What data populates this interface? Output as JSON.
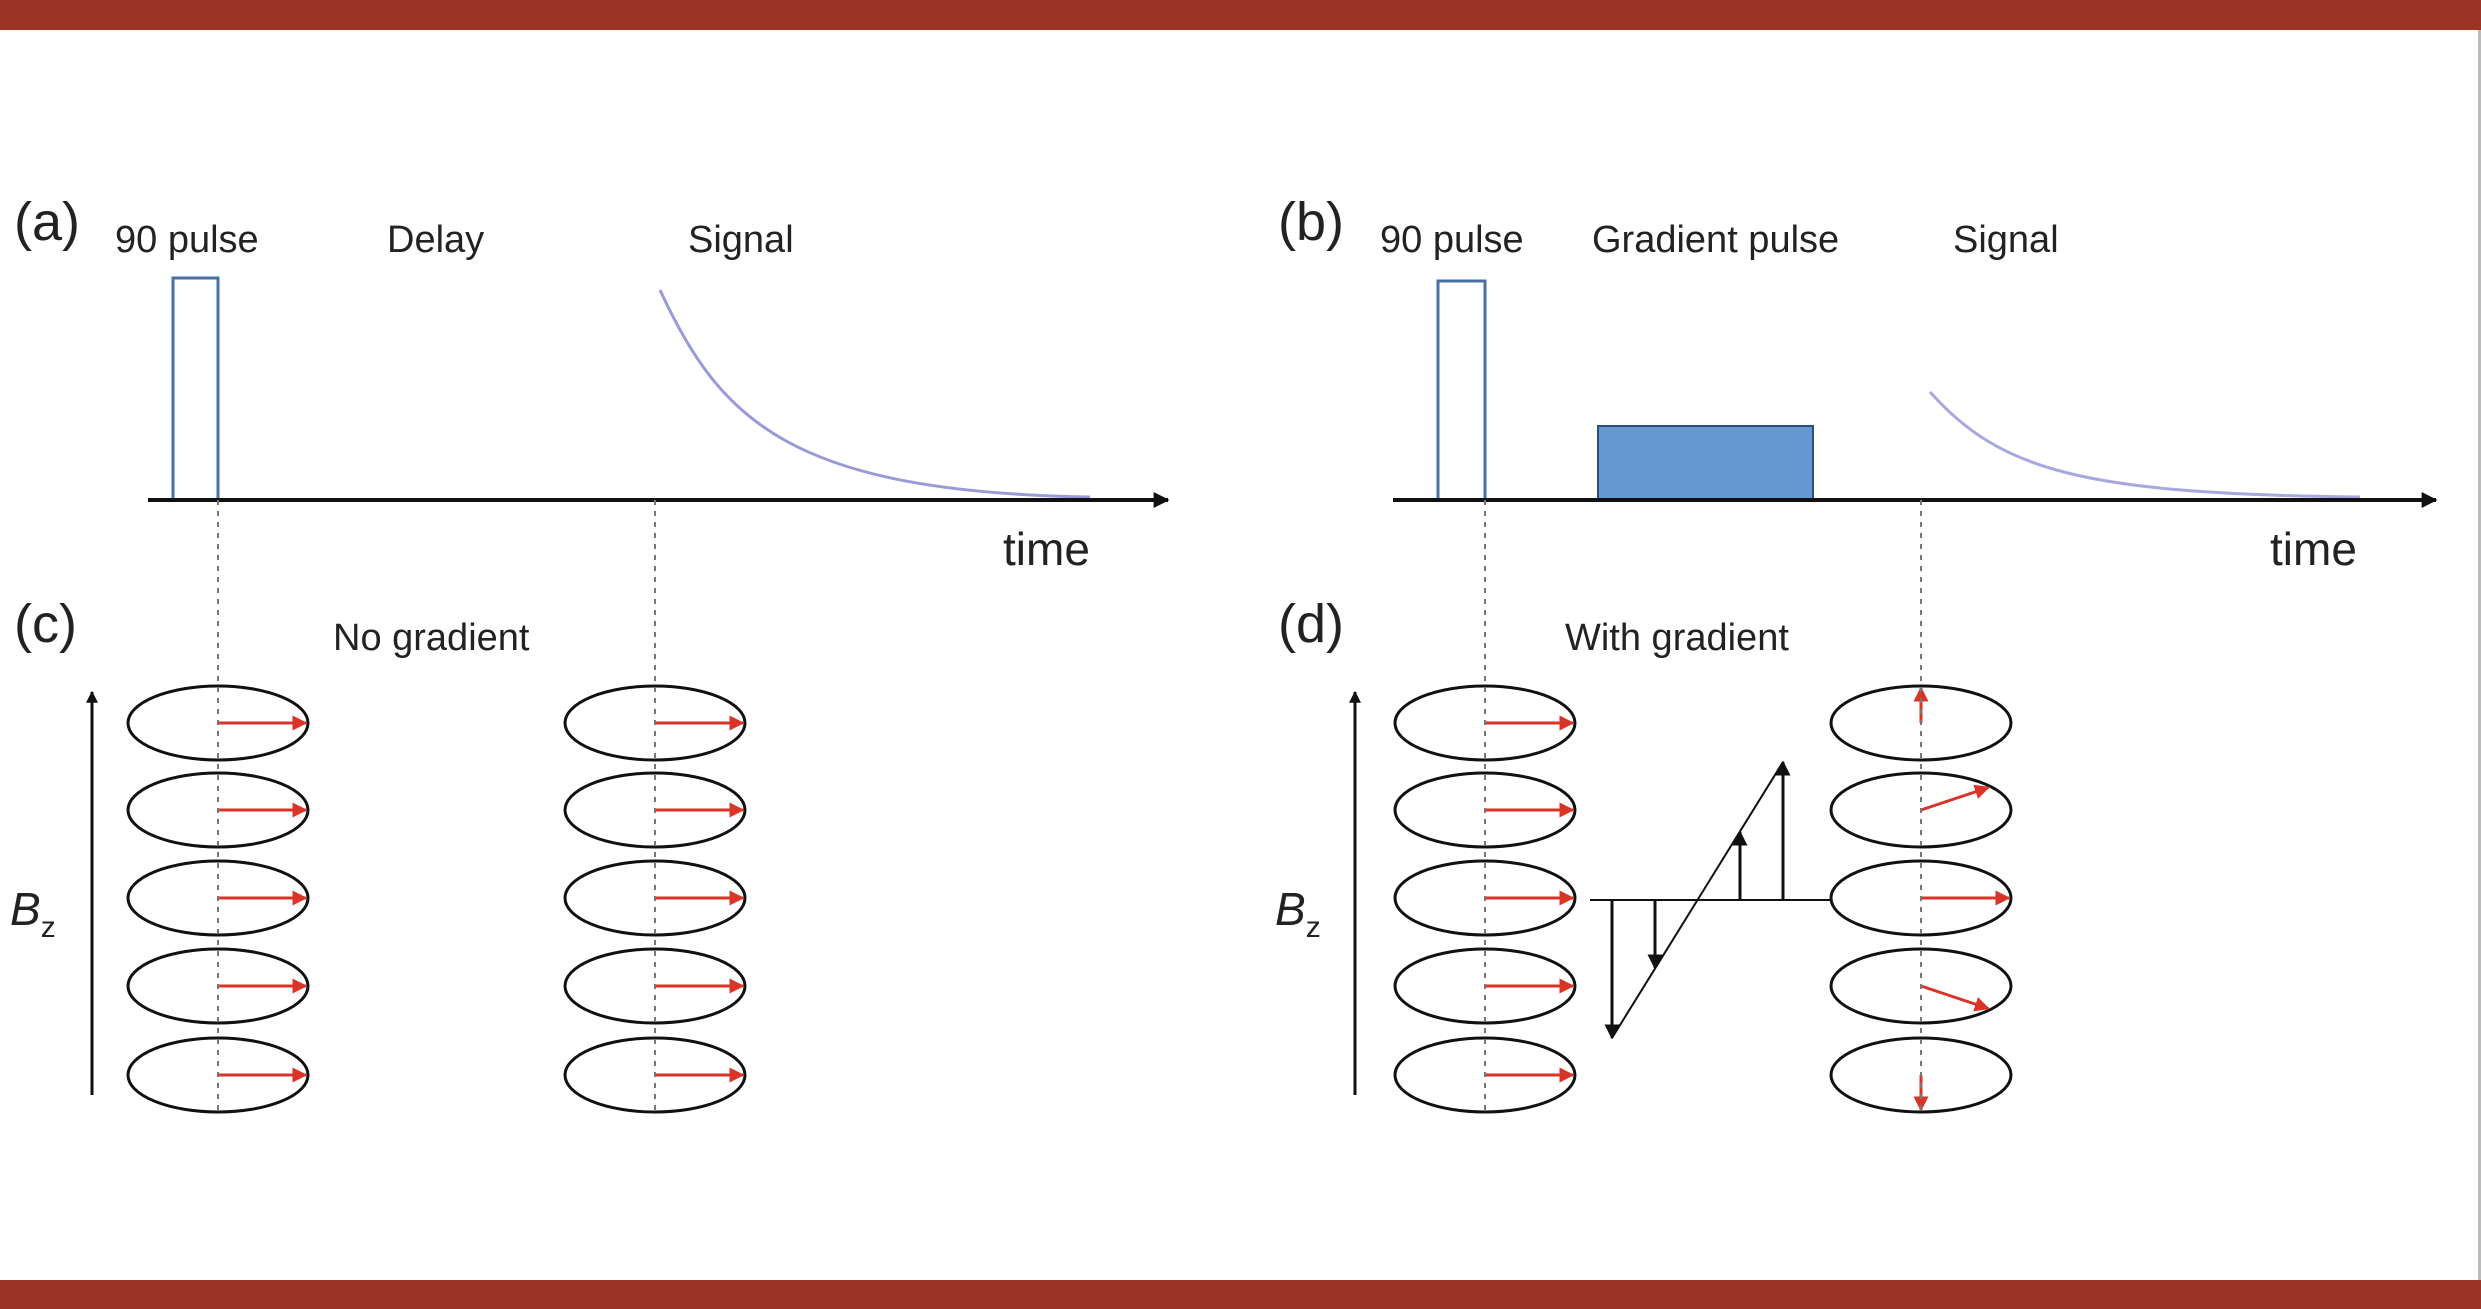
{
  "colors": {
    "frame_bar": "#9c3425",
    "pulse_outline": "#4a6fa5",
    "gradient_fill": "#6797d1",
    "signal_curve": "#9a9ad8",
    "spin_arrow": "#d93427",
    "line": "#111111"
  },
  "panel_a": {
    "label": "(a)",
    "pulse_label": "90 pulse",
    "delay_label": "Delay",
    "signal_label": "Signal",
    "axis_label": "time"
  },
  "panel_b": {
    "label": "(b)",
    "pulse_label": "90 pulse",
    "gradient_label": "Gradient pulse",
    "signal_label": "Signal",
    "axis_label": "time"
  },
  "panel_c": {
    "label": "(c)",
    "title": "No gradient",
    "field_label": "B",
    "field_subscript": "z"
  },
  "panel_d": {
    "label": "(d)",
    "title": "With gradient",
    "field_label": "B",
    "field_subscript": "z"
  }
}
